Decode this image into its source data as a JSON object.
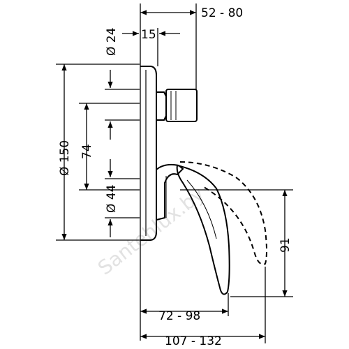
{
  "watermark": "Santehlux.by",
  "dimensions": {
    "top_depth": "52 - 80",
    "top_offset": "15",
    "dia_24": "Ø 24",
    "dia_150": "Ø 150",
    "height_74": "74",
    "dia_44": "Ø 44",
    "height_91": "91",
    "bottom_72_98": "72 - 98",
    "bottom_107_132": "107 - 132"
  }
}
